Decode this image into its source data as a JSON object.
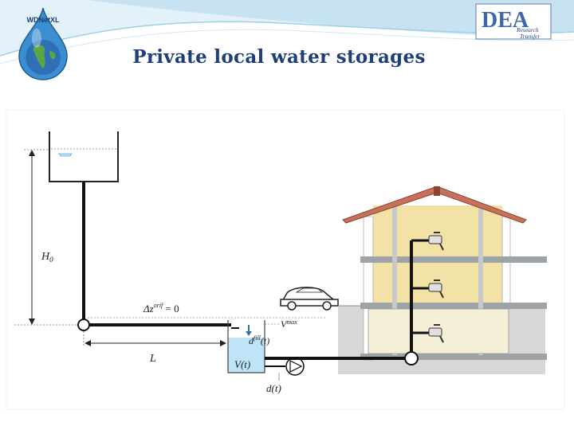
{
  "slide": {
    "title": "Private local water storages"
  },
  "logos": {
    "left_text": "WDNetXL",
    "right_main": "DEA",
    "right_sub1": "Research",
    "right_sub2": "Transfer"
  },
  "diagram": {
    "head_label": "H",
    "head_sub": "0",
    "length_label": "L",
    "dz_label": "Δz",
    "dz_sup": "orif",
    "dz_eq": " = 0",
    "vmax_label": "V",
    "vmax_sup": "max",
    "dfill_label": "d",
    "dfill_sup": "fill",
    "dfill_arg": "(t)",
    "volume_label": "V(t)",
    "demand_label": "d(t)"
  },
  "colors": {
    "title": "#1f3f7a",
    "water": "#bfe3f7",
    "house_wall": "#f2e2a6",
    "roof": "#c8705a",
    "slab": "#9ea3a8",
    "ground": "#d7d7d7"
  }
}
